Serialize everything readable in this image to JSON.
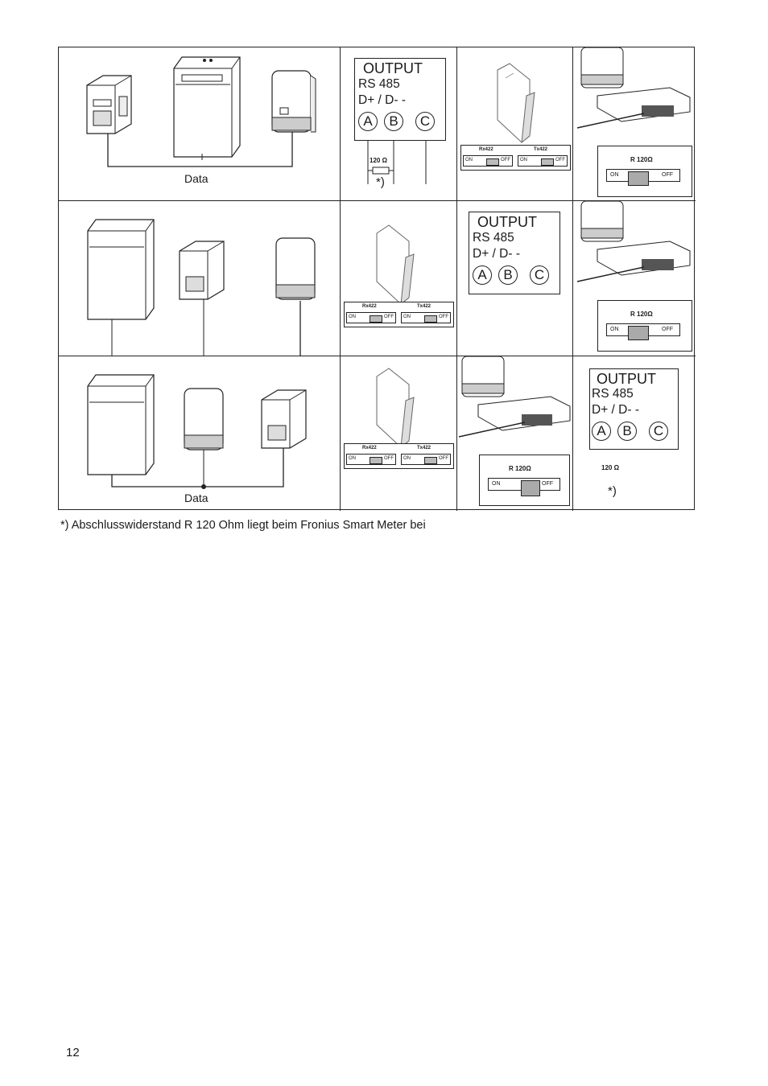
{
  "data_label": "Data",
  "output_panel": {
    "title": "OUTPUT",
    "line1": "RS 485",
    "line2": "D+ / D-      -",
    "terminals": [
      "A",
      "B",
      "C"
    ]
  },
  "resistor": {
    "label": "120 Ω",
    "note": "*)"
  },
  "dip_switch": {
    "rx": "Rx422",
    "tx": "Tx422",
    "on": "ON",
    "off": "OFF"
  },
  "r_switch": {
    "label": "R 120Ω",
    "on": "ON",
    "off": "OFF"
  },
  "footnote": "*) Abschlusswiderstand R 120 Ohm liegt beim Fronius Smart Meter bei",
  "page_number": "12"
}
